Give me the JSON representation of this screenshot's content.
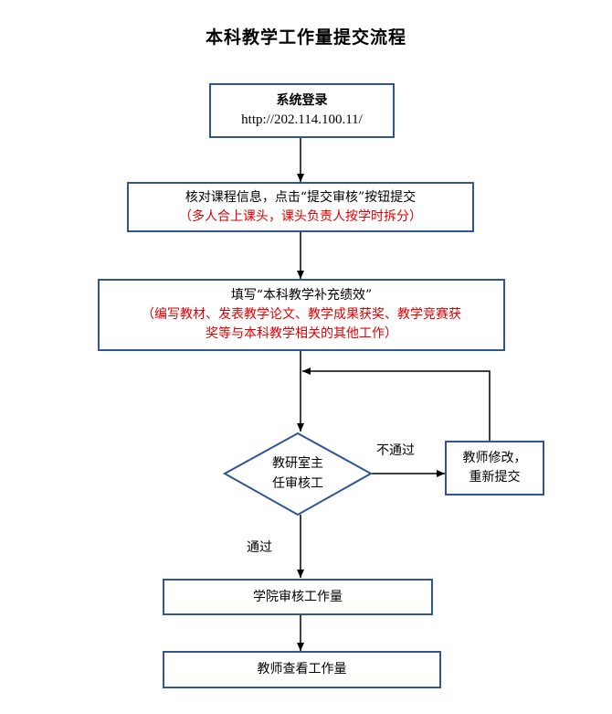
{
  "title": "本科教学工作量提交流程",
  "nodes": {
    "login": {
      "line1": "系统登录",
      "line2": "http://202.114.100.11/"
    },
    "verify": {
      "line1": "核对课程信息，点击“提交审核”按钮提交",
      "line2": "（多人合上课头，课头负责人按学时拆分）"
    },
    "fill": {
      "line1": "填写“本科教学补充绩效”",
      "line2": "（编写教材、发表教学论文、教学成果获奖、教学竞赛获",
      "line3": "奖等与本科教学相关的其他工作）"
    },
    "review": {
      "line1": "教研室主",
      "line2": "任审核工"
    },
    "revise": {
      "line1": "教师修改，",
      "line2": "重新提交"
    },
    "college": {
      "label": "学院审核工作量"
    },
    "view": {
      "label": "教师查看工作量"
    }
  },
  "edges": {
    "fail": "不通过",
    "pass": "通过"
  },
  "colors": {
    "border": "#2f5597",
    "highlight": "#e00000",
    "arrow": "#000000"
  }
}
